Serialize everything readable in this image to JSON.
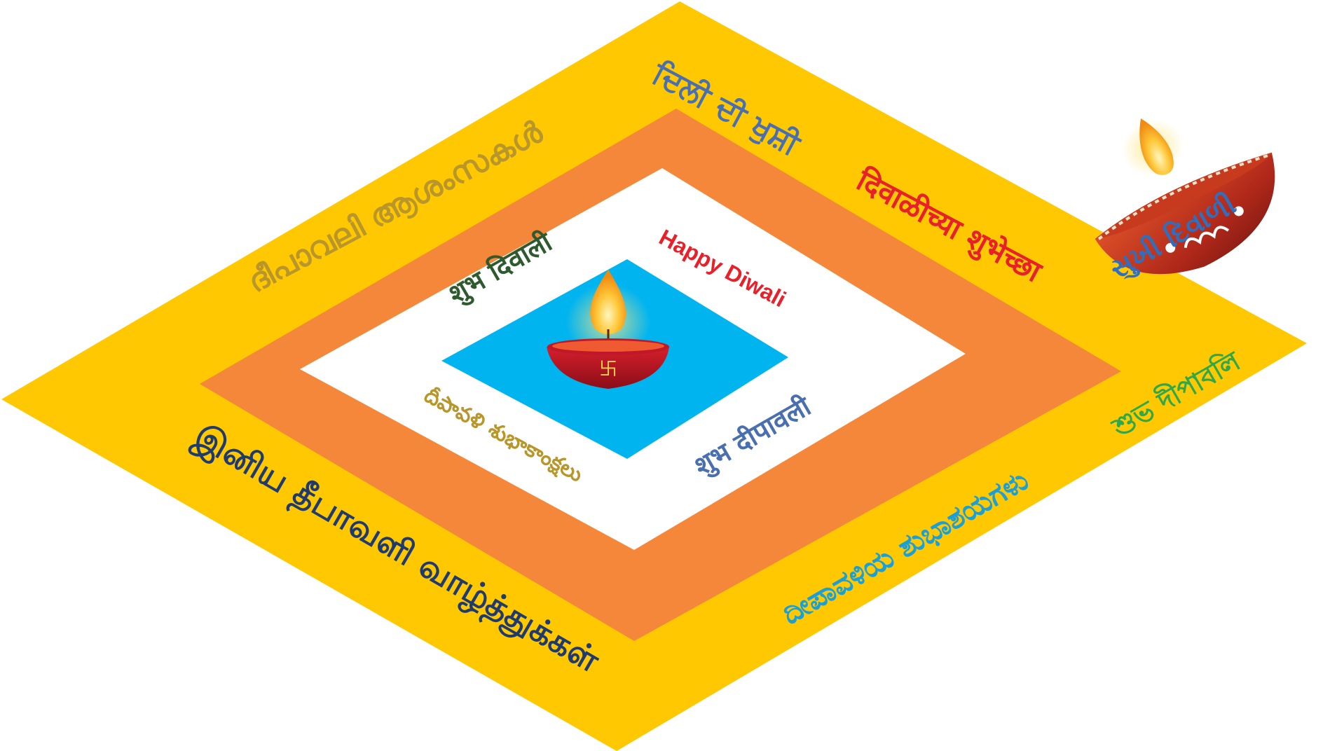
{
  "greetings": {
    "english": "Happy Diwali",
    "hindi_inner": "शुभ दिवाली",
    "telugu": "దీపావళి శుభాకాంక్షలు",
    "hindi_deepavali": "शुभ दीपावली",
    "malayalam": "ദീപാവലി ആശംസകൾ",
    "punjabi": "ਦਿਲੀ ਦੀ ਖੁਸ਼ੀ",
    "marathi": "दिवाळीच्या शुभेच्छा",
    "gujarati": "સુખી દિવાળી",
    "tamil": "இனிய தீபாவளி வாழ்த்துக்கள்",
    "kannada": "ದೀಪಾವಳಿಯ ಶುಭಾಶಯಗಳು",
    "bengali": "শুভ দীপাবলি"
  },
  "colors": {
    "outer_band": "#FFC800",
    "middle_band": "#F4873A",
    "inner_band": "#FFFFFF",
    "center": "#00B4F0",
    "english": "#E8202A",
    "hindi_inner": "#2E5A2E",
    "telugu": "#B8962A",
    "hindi_deepavali": "#4A6FB0",
    "malayalam": "#B8962A",
    "punjabi": "#4A6FB0",
    "marathi": "#E8202A",
    "gujarati": "#2F6FC0",
    "tamil": "#1F3A6E",
    "kannada": "#1AA0D8",
    "bengali": "#2EA84A"
  },
  "icons": {
    "center_lamp": "diya-lamp-icon",
    "corner_lamp": "diya-lamp-icon",
    "lamp_symbol": "swastika-icon"
  }
}
